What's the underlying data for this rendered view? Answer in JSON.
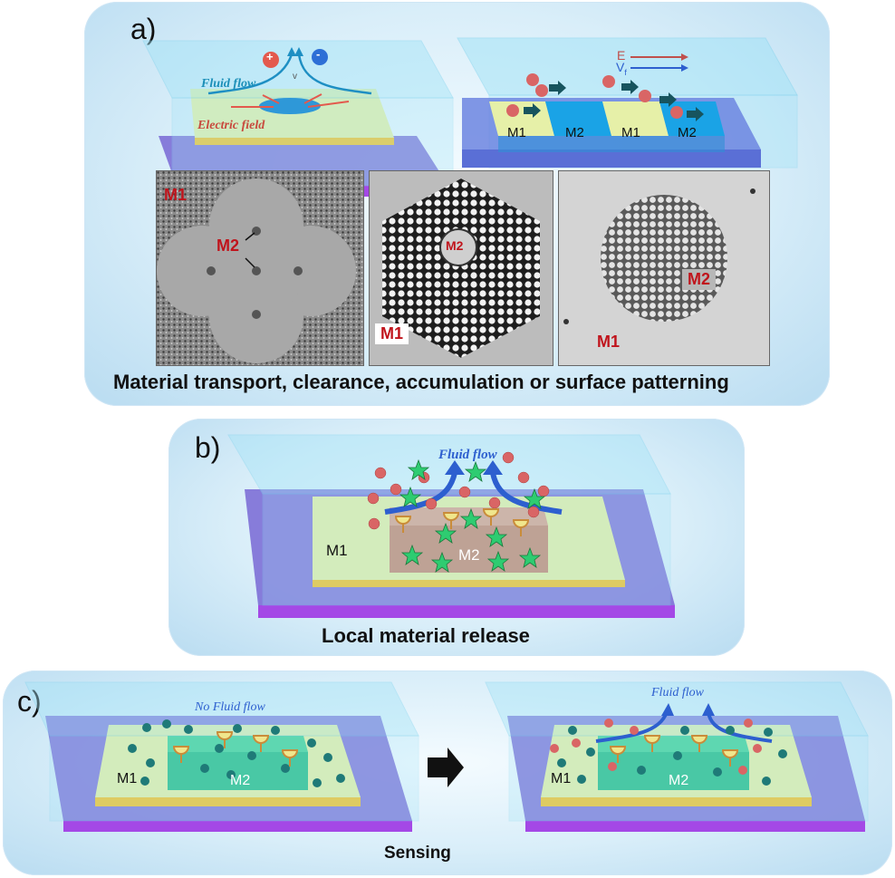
{
  "panel_a": {
    "label": "a)",
    "caption": "Material transport, clearance, accumulation or surface patterning",
    "schematic_left": {
      "fluid_label": "Fluid flow",
      "field_label": "Electric field",
      "plus": "+",
      "minus": "-",
      "small_v": "v"
    },
    "schematic_right": {
      "e_label": "E",
      "v_label": "V",
      "v_sub": "f",
      "strips": [
        "M1",
        "M2",
        "M1",
        "M2"
      ]
    },
    "micro_1": {
      "m1": "M1",
      "m2": "M2"
    },
    "micro_2": {
      "m1": "M1",
      "m2": "M2"
    },
    "micro_3": {
      "m1": "M1",
      "m2": "M2"
    }
  },
  "panel_b": {
    "label": "b)",
    "caption": "Local material release",
    "fluid_label": "Fluid flow",
    "m1": "M1",
    "m2": "M2"
  },
  "panel_c": {
    "label": "c)",
    "caption": "Sensing",
    "left": {
      "flow_label": "No Fluid flow",
      "m1": "M1",
      "m2": "M2"
    },
    "right": {
      "flow_label": "Fluid flow",
      "m1": "M1",
      "m2": "M2"
    }
  },
  "colors": {
    "water": "#9fe3f7",
    "substrate_top": "#7d6fd6",
    "substrate_edge": "#a448e6",
    "gold": "#f4c430",
    "m1_yellow": "#e6f0a8",
    "m2_copper": "#c98c74",
    "m2_green": "#2dc08a",
    "particle_red": "#d96565",
    "particle_teal": "#1f7a78",
    "flow_blue": "#2d5fcf"
  }
}
